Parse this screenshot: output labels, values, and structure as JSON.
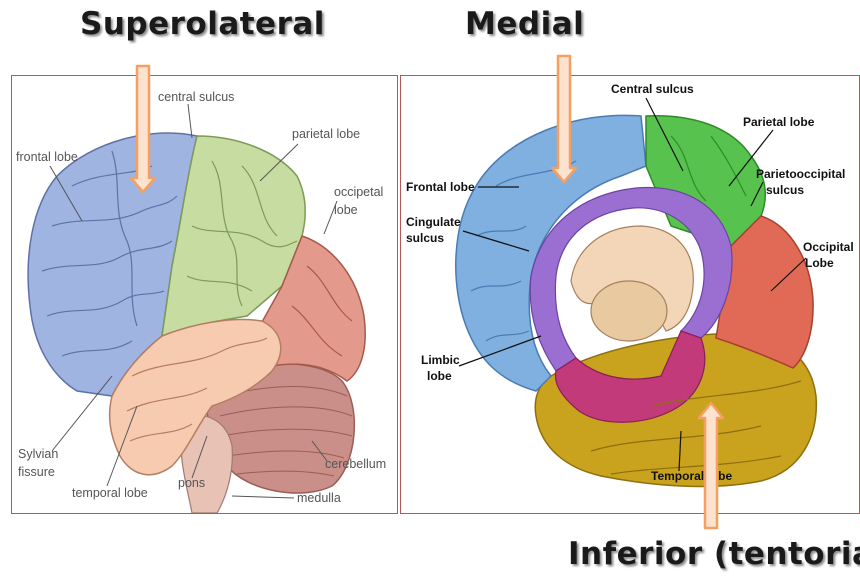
{
  "headings": {
    "superolateral": "Superolateral",
    "medial": "Medial",
    "inferior": "Inferior (tentorial)"
  },
  "left_diagram": {
    "labels": {
      "central_sulcus": "central sulcus",
      "parietal_lobe": "parietal lobe",
      "frontal_lobe": "frontal lobe",
      "occipetal_lobe_line1": "occipetal",
      "occipetal_lobe_line2": "lobe",
      "sylvian_line1": "Sylvian",
      "sylvian_line2": "fissure",
      "temporal_lobe": "temporal lobe",
      "pons": "pons",
      "cerebellum": "cerebellum",
      "medulla": "medulla"
    }
  },
  "right_diagram": {
    "labels": {
      "central_sulcus": "Central sulcus",
      "parietal_lobe": "Parietal lobe",
      "frontal_lobe": "Frontal lobe",
      "parietooccipital_line1": "Parietooccipital",
      "parietooccipital_line2": "sulcus",
      "cingulate_line1": "Cingulate",
      "cingulate_line2": "sulcus",
      "occipital_line1": "Occipital",
      "occipital_line2": "Lobe",
      "limbic_line1": "Limbic",
      "limbic_line2": "lobe",
      "temporal_lobe": "Temporal lobe"
    }
  },
  "colors": {
    "frontal": "#9fb4e0",
    "parietal": "#c6dca0",
    "occipital": "#e39a8c",
    "temporal": "#f6cbb0",
    "cerebellum": "#c98f88",
    "medial_frontal": "#7fb0e0",
    "medial_parietal": "#58c24e",
    "medial_occipital": "#e06a55",
    "medial_temporal": "#c9a21e",
    "cingulate": "#9b6fd2",
    "limbic": "#c23a7a",
    "arrow": "#f5a060",
    "panel_border": "#b85555"
  }
}
